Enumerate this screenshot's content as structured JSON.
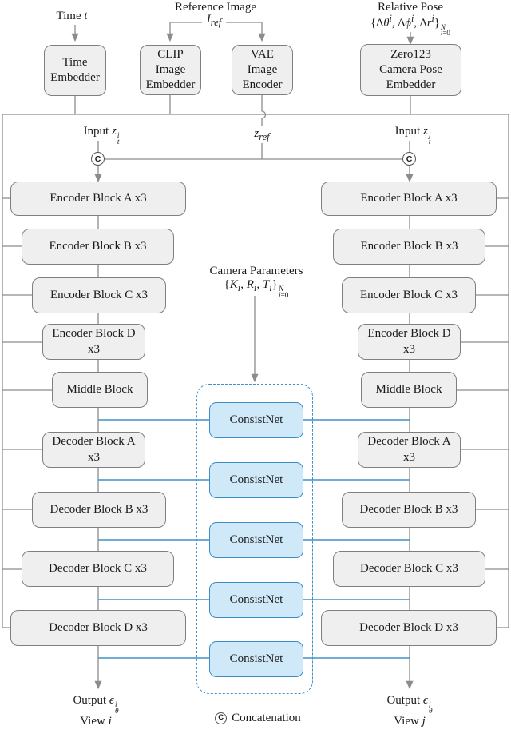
{
  "colors": {
    "canvas-bg": "#ffffff",
    "box-fill": "#efefef",
    "box-border": "#7f7f7f",
    "line-gray": "#8c8c8c",
    "text": "#1a1a1a",
    "consistnet-fill": "#cfe9f8",
    "consistnet-border": "#3a8dc9",
    "blue-line": "#4090c8"
  },
  "top": {
    "time_label": "Time <i>t</i>",
    "time_embedder": "Time\nEmbedder",
    "reference_image_label": "Reference Image",
    "iref_label": "<i>I</i><sub><i>ref</i></sub>",
    "clip_embedder": "CLIP\nImage\nEmbedder",
    "vae_encoder": "VAE\nImage\nEncoder",
    "relative_pose_label": "Relative Pose",
    "relative_pose_formula": "{&#916;<i>&#952;</i><sup><i>i</i></sup>, &#916;<i>&#981;</i><sup><i>i</i></sup>, &#916;<i>r</i><sup><i>i</i></sup>}<span class='ss'><span><i>N</i></span><span><i>i</i>=0</span></span>",
    "zero123_embedder": "Zero123\nCamera Pose\nEmbedder"
  },
  "unet": {
    "input_i": "Input <i>z</i><span class='ss'><span><i>i</i></span><span><i>t</i></span></span>",
    "zref": "<i>z</i><sub><i>ref</i></sub>",
    "input_j": "Input <i>z</i><span class='ss'><span><i>j</i></span><span><i>t</i></span></span>",
    "left": {
      "encoder_a": "Encoder Block A x3",
      "encoder_b": "Encoder Block B x3",
      "encoder_c": "Encoder Block C x3",
      "encoder_d": "Encoder Block D\nx3",
      "middle": "Middle Block",
      "decoder_a": "Decoder Block A\nx3",
      "decoder_b": "Decoder Block B x3",
      "decoder_c": "Decoder Block C x3",
      "decoder_d": "Decoder Block D x3"
    },
    "right": {
      "encoder_a": "Encoder Block A x3",
      "encoder_b": "Encoder Block B x3",
      "encoder_c": "Encoder Block C x3",
      "encoder_d": "Encoder Block D\nx3",
      "middle": "Middle Block",
      "decoder_a": "Decoder Block A\nx3",
      "decoder_b": "Decoder Block B x3",
      "decoder_c": "Decoder Block C x3",
      "decoder_d": "Decoder Block D x3"
    }
  },
  "center": {
    "camera_params_label": "Camera Parameters",
    "camera_params_formula": "{<i>K</i><sub><i>i</i></sub>, <i>R</i><sub><i>i</i></sub>, <i>T</i><sub><i>i</i></sub>}<span class='ss'><span><i>N</i></span><span><i>i</i>=0</span></span>",
    "consistnet": [
      "ConsistNet",
      "ConsistNet",
      "ConsistNet",
      "ConsistNet",
      "ConsistNet"
    ]
  },
  "bottom": {
    "output_i": "Output <i>&#1013;</i><span class='ss'><span><i>i</i></span><span><i>&#952;</i></span></span>",
    "view_i": "View <i>i</i>",
    "output_j": "Output <i>&#1013;</i><span class='ss'><span><i>j</i></span><span><i>&#952;</i></span></span>",
    "view_j": "View <i>j</i>",
    "legend_symbol": "C",
    "legend_text": "Concatenation"
  }
}
